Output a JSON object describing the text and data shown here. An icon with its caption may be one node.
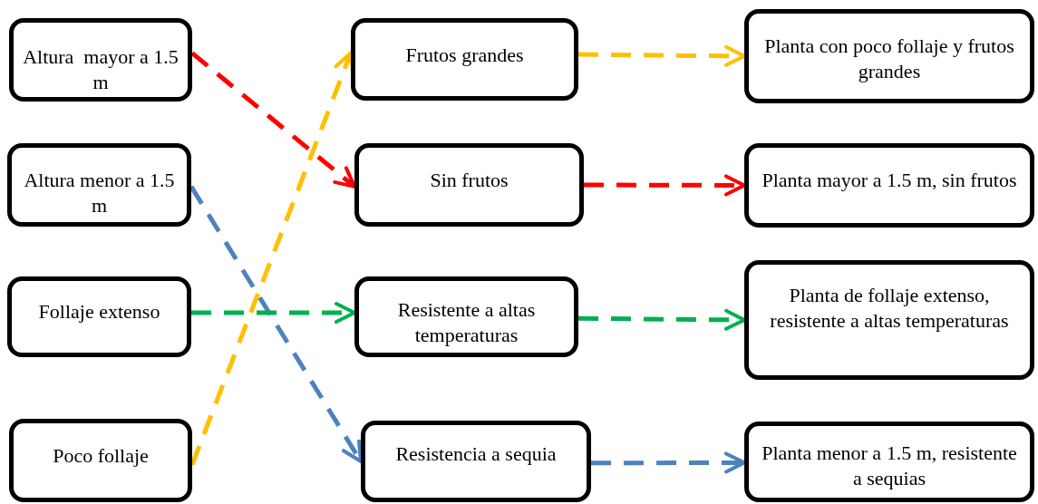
{
  "diagram": {
    "nodes": [
      {
        "text": [
          "Altura  mayor a 1.5 m"
        ]
      },
      {
        "text": [
          "Altura menor a 1.5 m"
        ]
      },
      {
        "text": [
          "Follaje extenso"
        ]
      },
      {
        "text": [
          "Poco follaje"
        ]
      },
      {
        "text": [
          "Frutos grandes"
        ]
      },
      {
        "text": [
          "Sin frutos"
        ]
      },
      {
        "text": [
          "Resistente a altas temperaturas"
        ]
      },
      {
        "text": [
          "Resistencia a sequia"
        ]
      },
      {
        "text": [
          "Planta con poco follaje y frutos grandes"
        ]
      },
      {
        "text": [
          "Planta mayor a 1.5 m, sin frutos"
        ]
      },
      {
        "text": [
          "Planta de follaje extenso, resistente a altas temperaturas"
        ]
      },
      {
        "text": [
          "Planta menor a 1.5 m, resistente a sequias"
        ]
      }
    ],
    "edges": [
      {
        "from": 0,
        "to": 5,
        "arrow": "to",
        "style": "dashed",
        "color": "#ff0000"
      },
      {
        "from": 1,
        "to": 7,
        "arrow": "to",
        "style": "dashed",
        "color": "#4f81bd"
      },
      {
        "from": 2,
        "to": 6,
        "arrow": "to",
        "style": "dashed",
        "color": "#00b050"
      },
      {
        "from": 3,
        "to": 4,
        "arrow": "to",
        "style": "dashed",
        "color": "#ffc000"
      },
      {
        "from": 4,
        "to": 8,
        "arrow": "to",
        "style": "dashed",
        "color": "#ffc000"
      },
      {
        "from": 5,
        "to": 9,
        "arrow": "to",
        "style": "dashed",
        "color": "#ff0000"
      },
      {
        "from": 6,
        "to": 10,
        "arrow": "to",
        "style": "dashed",
        "color": "#00b050"
      },
      {
        "from": 7,
        "to": 11,
        "arrow": "to",
        "style": "dashed",
        "color": "#4f81bd"
      }
    ]
  }
}
